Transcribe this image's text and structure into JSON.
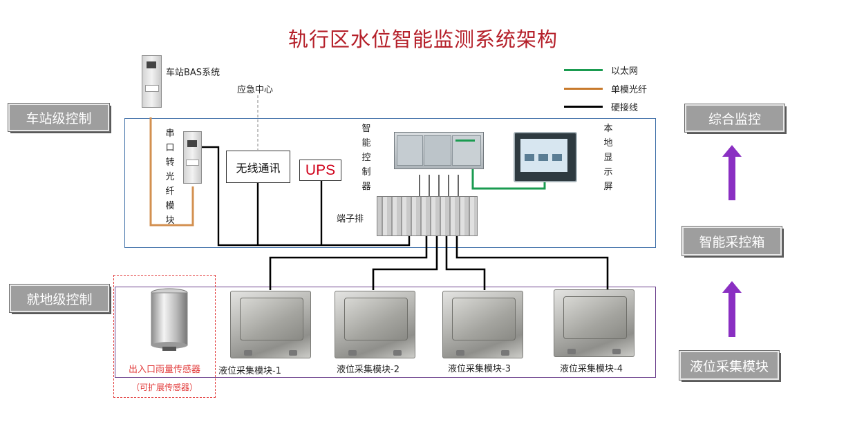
{
  "title": "轨行区水位智能监测系统架构",
  "side_labels": {
    "station_level": "车站级控制",
    "local_level": "就地级控制",
    "integrated_monitor": "综合监控",
    "smart_box": "智能采控箱",
    "level_module": "液位采集模块"
  },
  "legend": {
    "ethernet": "以太网",
    "single_mode_fiber": "单模光纤",
    "hardwire": "硬接线",
    "colors": {
      "ethernet": "#1a9b50",
      "single_mode_fiber": "#c87a2c",
      "hardwire": "#000000"
    }
  },
  "nodes": {
    "bas": "车站BAS系统",
    "emergency": "应急中心",
    "serial_fiber": "串口转光纤模块",
    "wireless": "无线通讯",
    "ups": "UPS",
    "controller": "智能控制器",
    "local_display": "本地显示屏",
    "terminal_block": "端子排",
    "rain_sensor": "出入口雨量传感器",
    "rain_sensor_note": "（可扩展传感器）"
  },
  "modules": [
    {
      "label": "液位采集模块-1"
    },
    {
      "label": "液位采集模块-2"
    },
    {
      "label": "液位采集模块-3"
    },
    {
      "label": "液位采集模块-4"
    }
  ],
  "colors": {
    "title": "#b5202a",
    "ups": "#d0021b",
    "rain": "#e23b3b",
    "frame_blue": "#3f6fa8",
    "frame_purple": "#6b3f8c",
    "arrow": "#8a2fc2"
  }
}
